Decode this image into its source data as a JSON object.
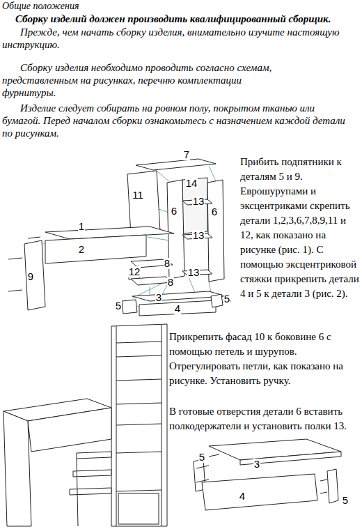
{
  "diagram": {
    "title": "Общие положения",
    "labels": [
      "Сборку изделий должен производить квалифицированный сборщик.",
      "Прежде, чем начать сборку изделия, внимательно изучите настоящую инструкцию.",
      "Сборку изделия необходимо проводить согласно схемам, представленным на рисунках, перечню комплектации фурнитуры.",
      "Изделие следует собирать на ровном полу, покрытом тканью или бумагой. Перед началом сборки ознакомьтесь с назначением каждой детали по рисункам.",
      "7",
      "11",
      "14",
      "13",
      "6",
      "6",
      "1",
      "13",
      "2",
      "9",
      "8",
      "12",
      "8",
      "13",
      "5",
      "3",
      "4",
      "5",
      "Прибить подпятники к деталям 5 и 9. Еврошурупами и эксцентриками скрепить детали 1,2,3,6,7,8,9,11 и 12, как показано на рисунке (рис. 1). С помощью эксцентриковой стяжки прикрепить детали 4 и 5 к детали 3 (рис. 2).",
      "Прикрепить фасад 10 к боковине 6 с помощью петель и шурупов. Отрегулировать петли, как показано на рисунке. Установить ручку.",
      "В готовые отверстия детали 6 вставить полкодержатели и установить полки 13.",
      "5",
      "3",
      "4",
      "5"
    ]
  }
}
